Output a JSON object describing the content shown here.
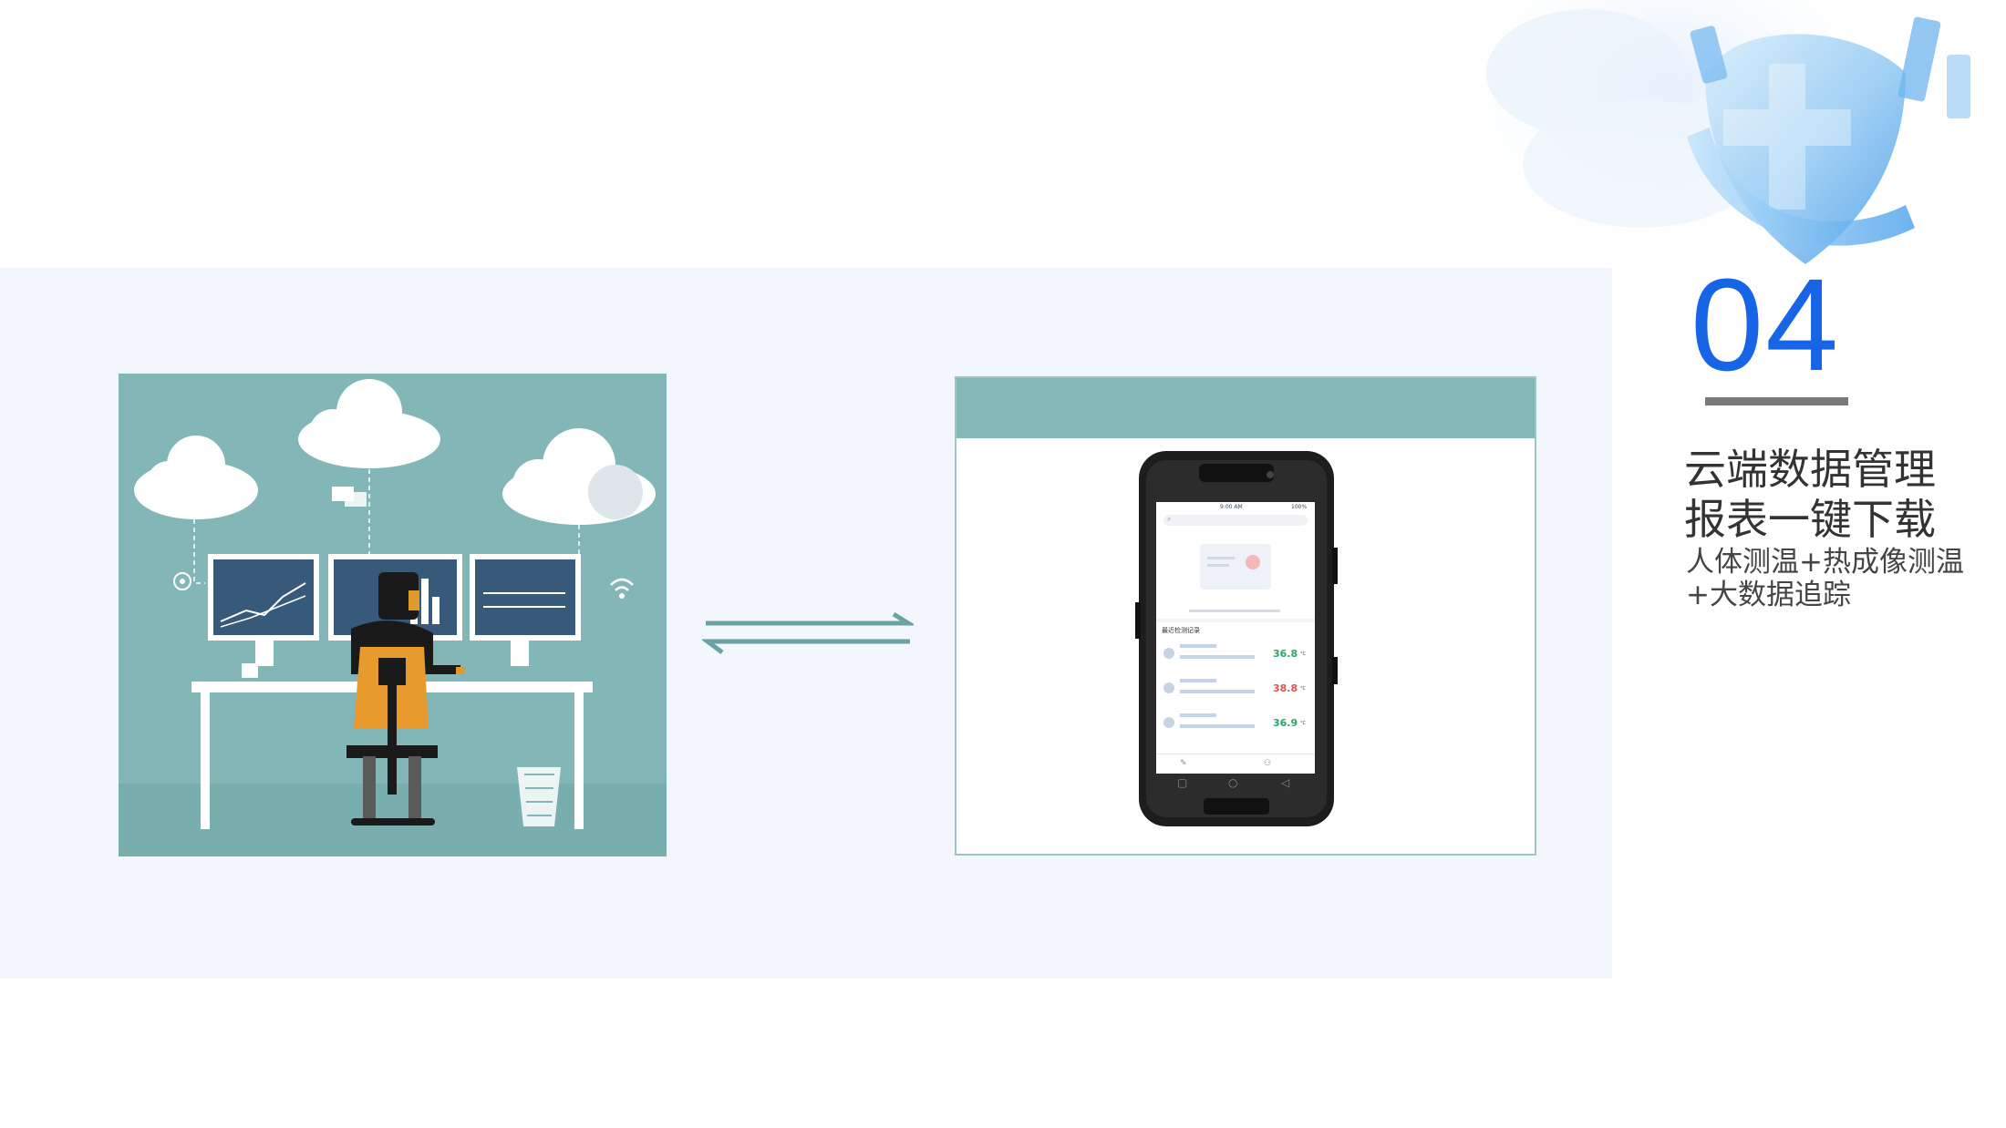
{
  "section": {
    "number": "04",
    "heading_line1": "云端数据管理",
    "heading_line2": "报表一键下载",
    "sub_line1": "人体测温+热成像测温",
    "sub_line2": "+大数据追踪"
  },
  "phone_screen": {
    "status_time": "9:00 AM",
    "status_battery": "100%",
    "section_label": "最近检测记录",
    "records": [
      {
        "temperature": "36.8",
        "unit": "°C",
        "status_color": "#2aa56a"
      },
      {
        "temperature": "38.8",
        "unit": "°C",
        "status_color": "#e05050"
      },
      {
        "temperature": "36.9",
        "unit": "°C",
        "status_color": "#2aa56a"
      }
    ]
  },
  "colors": {
    "accent_blue": "#1765e6",
    "teal": "#84b7b7",
    "band": "#f3f6fd"
  }
}
